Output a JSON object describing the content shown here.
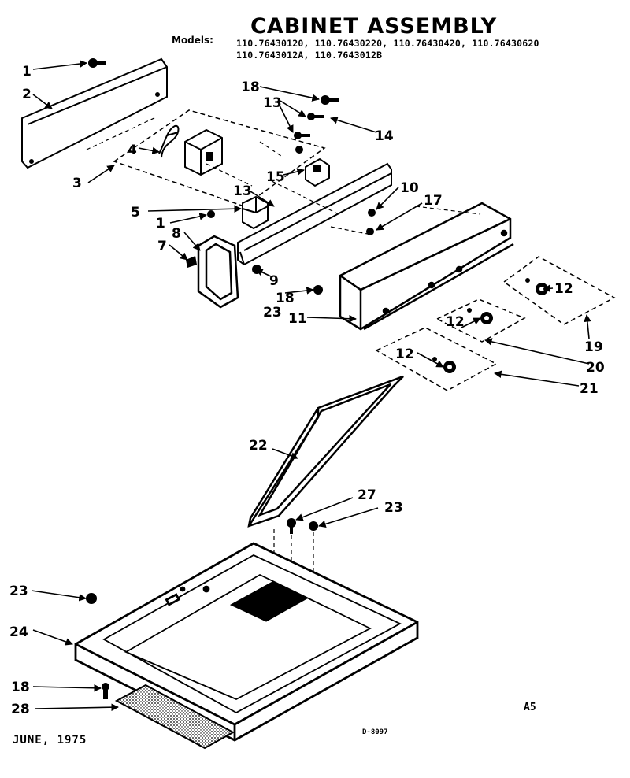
{
  "title": "CABINET ASSEMBLY",
  "models_label": "Models:",
  "models_line1": "110.76430120, 110.76430220, 110.76430420, 110.76430620",
  "models_line2": "110.7643012A, 110.7643012B",
  "date": "JUNE, 1975",
  "reference": "A5",
  "drawing_number": "D-8097",
  "callouts": [
    "1",
    "2",
    "3",
    "4",
    "18",
    "13",
    "14",
    "15",
    "13",
    "10",
    "17",
    "5",
    "1",
    "8",
    "7",
    "9",
    "18",
    "23",
    "11",
    "12",
    "12",
    "12",
    "19",
    "20",
    "21",
    "22",
    "27",
    "23",
    "23",
    "24",
    "18",
    "28"
  ]
}
